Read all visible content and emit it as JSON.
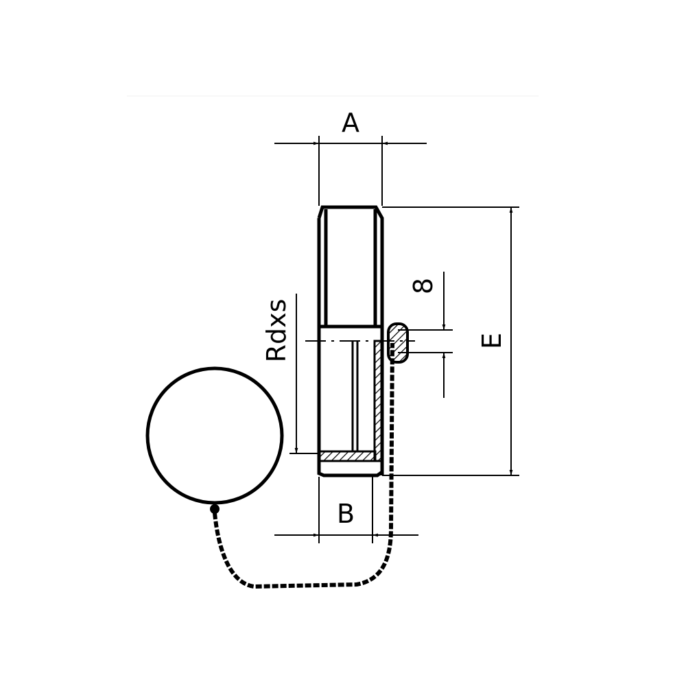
{
  "labels": {
    "a": "A",
    "b": "B",
    "e": "E",
    "eight": "8",
    "rdxs": "Rdxs"
  },
  "colors": {
    "line": "#000000",
    "background": "#ffffff"
  }
}
